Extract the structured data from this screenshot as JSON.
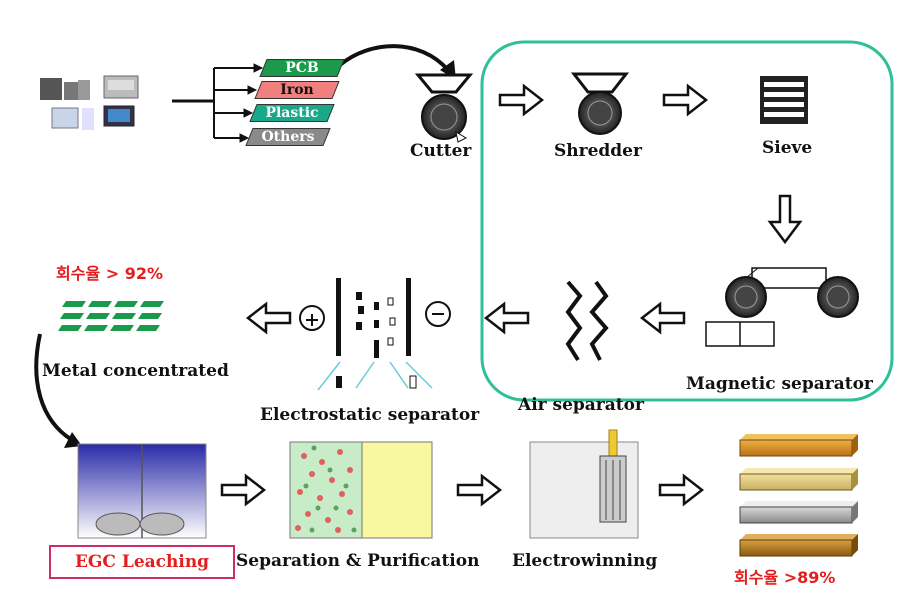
{
  "colors": {
    "frame": "#2fbf9a",
    "pcb": "#1a9a4a",
    "iron": "#f08080",
    "plastic": "#1aa88a",
    "others": "#8a8a8a",
    "recovery_text": "#e41e1e",
    "leaching_border": "#d02a6a"
  },
  "input_categories": [
    {
      "label": "PCB"
    },
    {
      "label": "Iron"
    },
    {
      "label": "Plastic"
    },
    {
      "label": "Others"
    }
  ],
  "steps": {
    "cutter": "Cutter",
    "shredder": "Shredder",
    "sieve": "Sieve",
    "magnetic": "Magnetic separator",
    "air": "Air separator",
    "electrostatic": "Electrostatic separator",
    "metal": "Metal concentrated",
    "leaching": "EGC Leaching",
    "separation": "Separation & Purification",
    "electrowinning": "Electrowinning"
  },
  "recovery": {
    "metal": "회수율 > 92%",
    "final": "회수율 >89%"
  },
  "charges": {
    "positive": "+",
    "negative": "−"
  }
}
